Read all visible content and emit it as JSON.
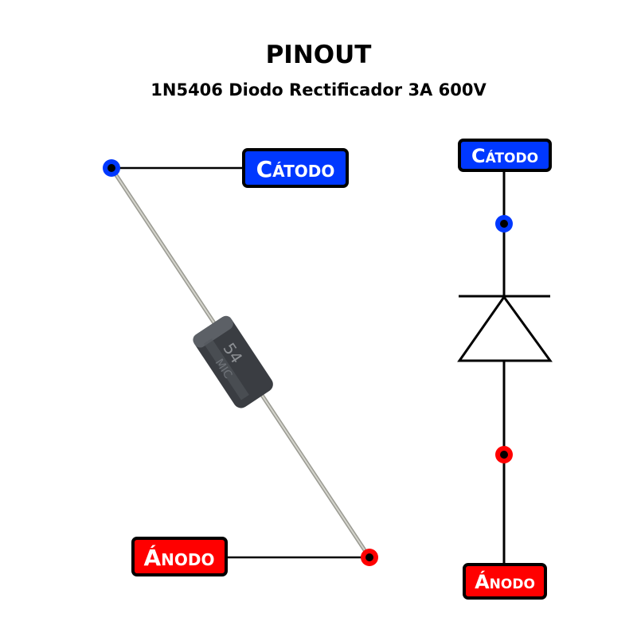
{
  "title": "PINOUT",
  "subtitle": "1N5406 Diodo Rectificador 3A 600V",
  "labels": {
    "cathode": "Cátodo",
    "anode": "Ánodo"
  },
  "body_marking": {
    "line1": "54",
    "line2": "MIC"
  },
  "colors": {
    "cathode": "#0038ff",
    "anode": "#ff0000",
    "body": "#3a3d42",
    "lead": "#b8b8b0"
  }
}
